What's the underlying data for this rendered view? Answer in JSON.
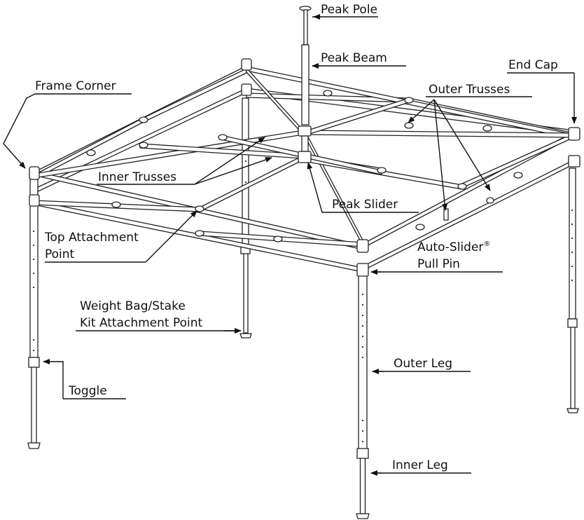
{
  "labels": {
    "peak_pole": "Peak Pole",
    "peak_beam": "Peak Beam",
    "end_cap": "End Cap",
    "frame_corner": "Frame Corner",
    "outer_trusses": "Outer Trusses",
    "inner_trusses": "Inner Trusses",
    "peak_slider": "Peak Slider",
    "top_attachment_line1": "Top Attachment",
    "top_attachment_line2": "Point",
    "auto_slider": "Auto-Slider",
    "auto_slider_mark": "®",
    "pull_pin": "Pull Pin",
    "weight_bag_line1": "Weight Bag/Stake",
    "weight_bag_line2": "Kit Attachment Point",
    "outer_leg": "Outer Leg",
    "toggle": "Toggle",
    "inner_leg": "Inner Leg"
  },
  "colors": {
    "line": "#222222",
    "background": "#ffffff"
  }
}
